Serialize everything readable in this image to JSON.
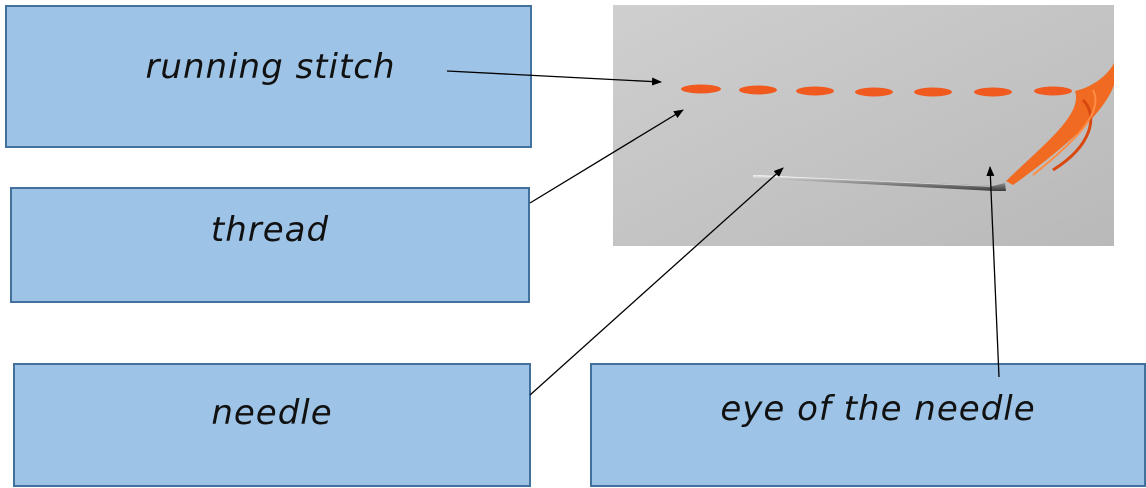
{
  "labels": {
    "running_stitch": "running stitch",
    "thread": "thread",
    "needle": "needle",
    "eye_of_needle": "eye of the needle"
  },
  "colors": {
    "box_fill": "#9dc3e6",
    "box_border": "#41719c",
    "stitch": "#f05a1e",
    "fabric": "#c9c9c9",
    "arrow": "#000000"
  },
  "photo": {
    "subject": "running stitch sewn in orange thread on grey fabric with a needle"
  }
}
